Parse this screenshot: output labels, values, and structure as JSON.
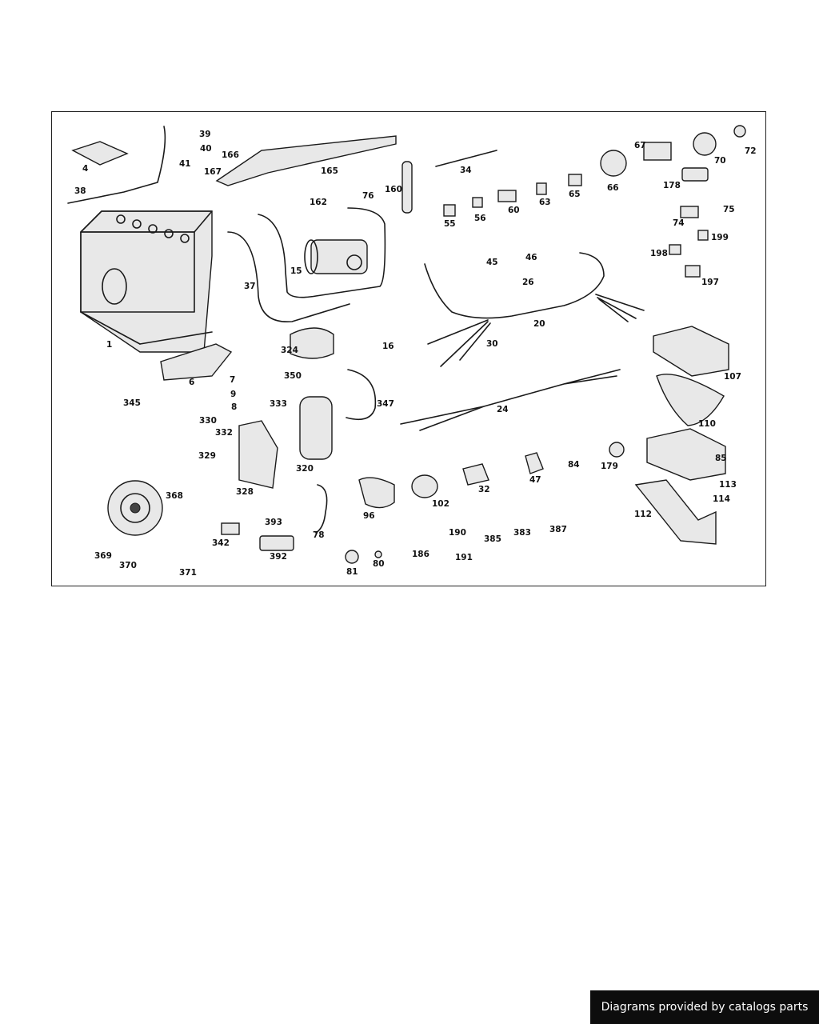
{
  "diagram": {
    "callouts": [
      "1",
      "4",
      "6",
      "7",
      "8",
      "9",
      "15",
      "16",
      "20",
      "24",
      "26",
      "30",
      "32",
      "34",
      "37",
      "38",
      "39",
      "40",
      "41",
      "45",
      "46",
      "47",
      "55",
      "56",
      "60",
      "63",
      "65",
      "66",
      "67",
      "70",
      "72",
      "74",
      "75",
      "76",
      "78",
      "80",
      "81",
      "84",
      "85",
      "96",
      "102",
      "107",
      "110",
      "112",
      "113",
      "114",
      "160",
      "162",
      "165",
      "166",
      "167",
      "178",
      "179",
      "186",
      "190",
      "191",
      "197",
      "198",
      "199",
      "320",
      "324",
      "328",
      "329",
      "330",
      "332",
      "333",
      "342",
      "345",
      "347",
      "350",
      "368",
      "369",
      "370",
      "371",
      "383",
      "385",
      "387",
      "392",
      "393"
    ]
  },
  "footer": {
    "credit": "Diagrams provided by catalogs parts"
  },
  "colors": {
    "line": "#1a1a1a",
    "banner_bg": "#0d0d0d",
    "banner_text": "#ffffff"
  }
}
